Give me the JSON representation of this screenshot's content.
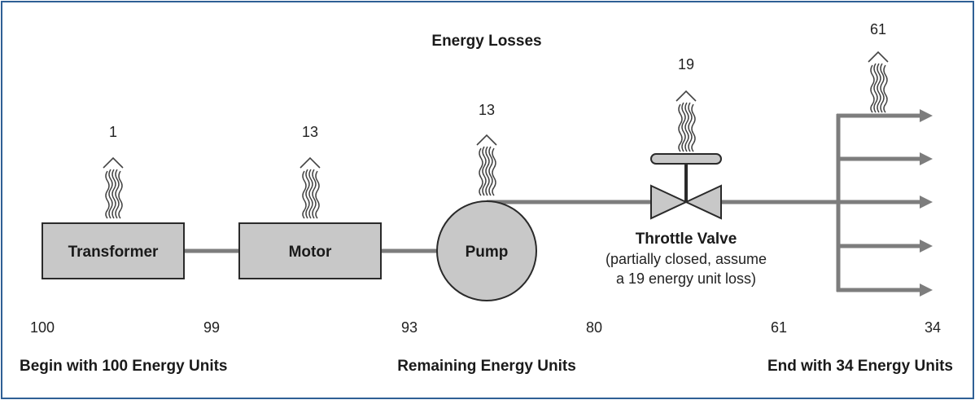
{
  "title": "Energy Losses",
  "colors": {
    "frame": "#2f5f95",
    "component_fill": "#c8c8c8",
    "component_stroke": "#2a2a2a",
    "pipe": "#7d7d7d",
    "heat": "#444444"
  },
  "components": {
    "transformer": "Transformer",
    "motor": "Motor",
    "pump": "Pump",
    "valve_name": "Throttle Valve",
    "valve_note_1": "(partially closed, assume",
    "valve_note_2": "a 19 energy unit loss)"
  },
  "losses": {
    "transformer": "1",
    "motor": "13",
    "pump": "13",
    "valve": "19",
    "end": "61"
  },
  "remaining": [
    "100",
    "99",
    "93",
    "80",
    "61",
    "34"
  ],
  "footer": {
    "left": "Begin with 100 Energy Units",
    "center": "Remaining Energy Units",
    "right": "End with 34 Energy Units"
  }
}
